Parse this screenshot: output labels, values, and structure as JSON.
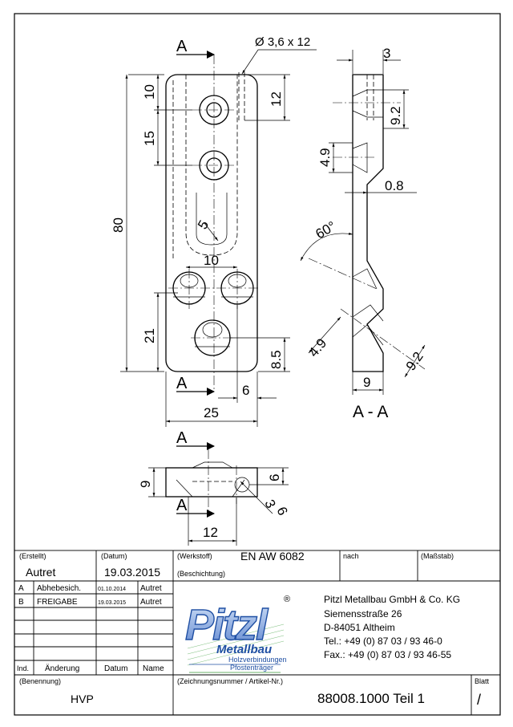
{
  "drawing": {
    "section_mark": "A",
    "section_view_label": "A - A",
    "dims": {
      "hole": "Ø 3,6 x 12",
      "d10_top": "10",
      "d15": "15",
      "d12": "12",
      "d80": "80",
      "d5": "5",
      "d10_slot": "10",
      "d21": "21",
      "d8_5": "8.5",
      "d6": "6",
      "d25": "25",
      "d3": "3",
      "d9_2_top": "9.2",
      "d4_9_top": "4.9",
      "d0_8": "0.8",
      "d60": "60°",
      "d4_9_bot": "4.9",
      "d9_2_bot": "9.2",
      "d9_side": "9",
      "d9_bottom": "9",
      "d6_right": "6",
      "d6_angle": "6",
      "d3_angle": "3",
      "d12_bottom": "12"
    }
  },
  "title_block": {
    "erstellt_label": "(Erstellt)",
    "erstellt_value": "Autret",
    "datum_label": "(Datum)",
    "datum_value": "19.03.2015",
    "werkstoff_label": "(Werkstoff)",
    "werkstoff_value": "EN AW 6082",
    "beschichtung_label": "(Beschichtung)",
    "nach_label": "nach",
    "massstab_label": "(Maßstab)",
    "revisions": [
      {
        "ind": "A",
        "text": "Abhebesich.",
        "date": "01.10.2014",
        "name": "Autret"
      },
      {
        "ind": "B",
        "text": "FREIGABE",
        "date": "19.03.2015",
        "name": "Autret"
      }
    ],
    "col_ind": "Ind.",
    "col_aenderung": "Änderung",
    "col_datum": "Datum",
    "col_name": "Name",
    "benennung_label": "(Benennung)",
    "benennung_value": "HVP",
    "zeichnungsnummer_label": "(Zeichnungsnummer / Artikel-Nr.)",
    "zeichnungsnummer_value": "88008.1000 Teil 1",
    "blatt_label": "Blatt",
    "blatt_value": "/"
  },
  "company": {
    "logo_text": "Pitzl",
    "logo_registered": "®",
    "logo_sub": "Metallbau",
    "logo_tag1": "Holzverbindungen",
    "logo_tag2": "Pfostenträger",
    "name": "Pitzl Metallbau GmbH & Co. KG",
    "street": "Siemensstraße 26",
    "city": "D-84051 Altheim",
    "tel": "Tel.:  +49 (0) 87 03 / 93 46-0",
    "fax": "Fax.: +49 (0) 87 03 / 93 46-55"
  },
  "colors": {
    "logo_blue": "#1f4fa3",
    "logo_light": "#9bb8e4",
    "logo_green": "#3a9a3a"
  }
}
